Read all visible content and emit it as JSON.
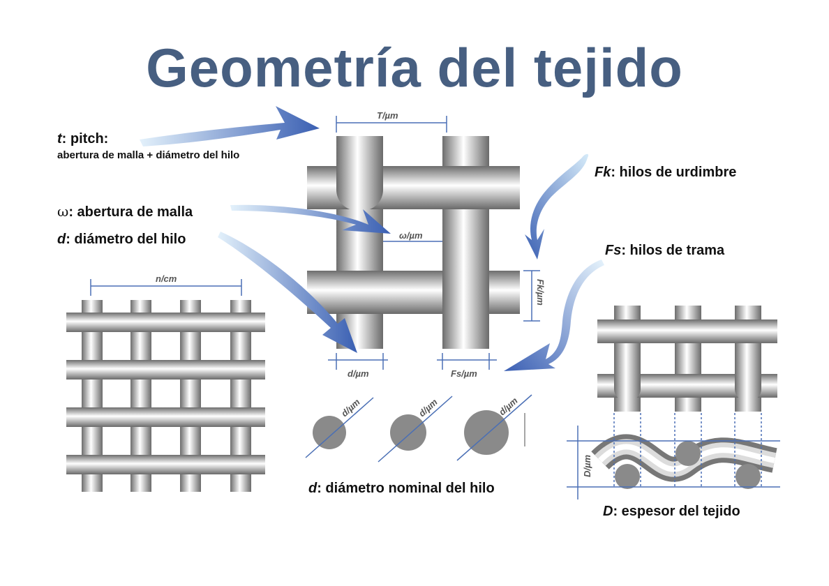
{
  "title": "Geometría del tejido",
  "labels": {
    "pitch_sym": "t",
    "pitch_rest": ": pitch:",
    "pitch_desc": "abertura de malla + diámetro del hilo",
    "omega_sym": "ω",
    "omega_rest": ": abertura de malla",
    "d_sym": "d",
    "d_rest": ": diámetro del hilo",
    "fk_sym": "Fk",
    "fk_rest": ": hilos de urdimbre",
    "fs_sym": "Fs",
    "fs_rest": ": hilos de trama",
    "dnom_sym": "d",
    "dnom_rest": ": diámetro nominal del hilo",
    "D_sym": "D",
    "D_rest": ": espesor del tejido"
  },
  "dims": {
    "T": "T/µm",
    "omega": "ω/µm",
    "Fk": "Fk/µm",
    "d": "d/µm",
    "Fs": "Fs/µm",
    "n": "n/cm",
    "d1": "d/µm",
    "d2": "d/µm",
    "d3": "d/µm",
    "D": "D/µm"
  },
  "colors": {
    "title": "#475f81",
    "arrow_dark": "#3f63b4",
    "arrow_light": "#cfe6f7",
    "dim_line": "#4a6fb5"
  }
}
